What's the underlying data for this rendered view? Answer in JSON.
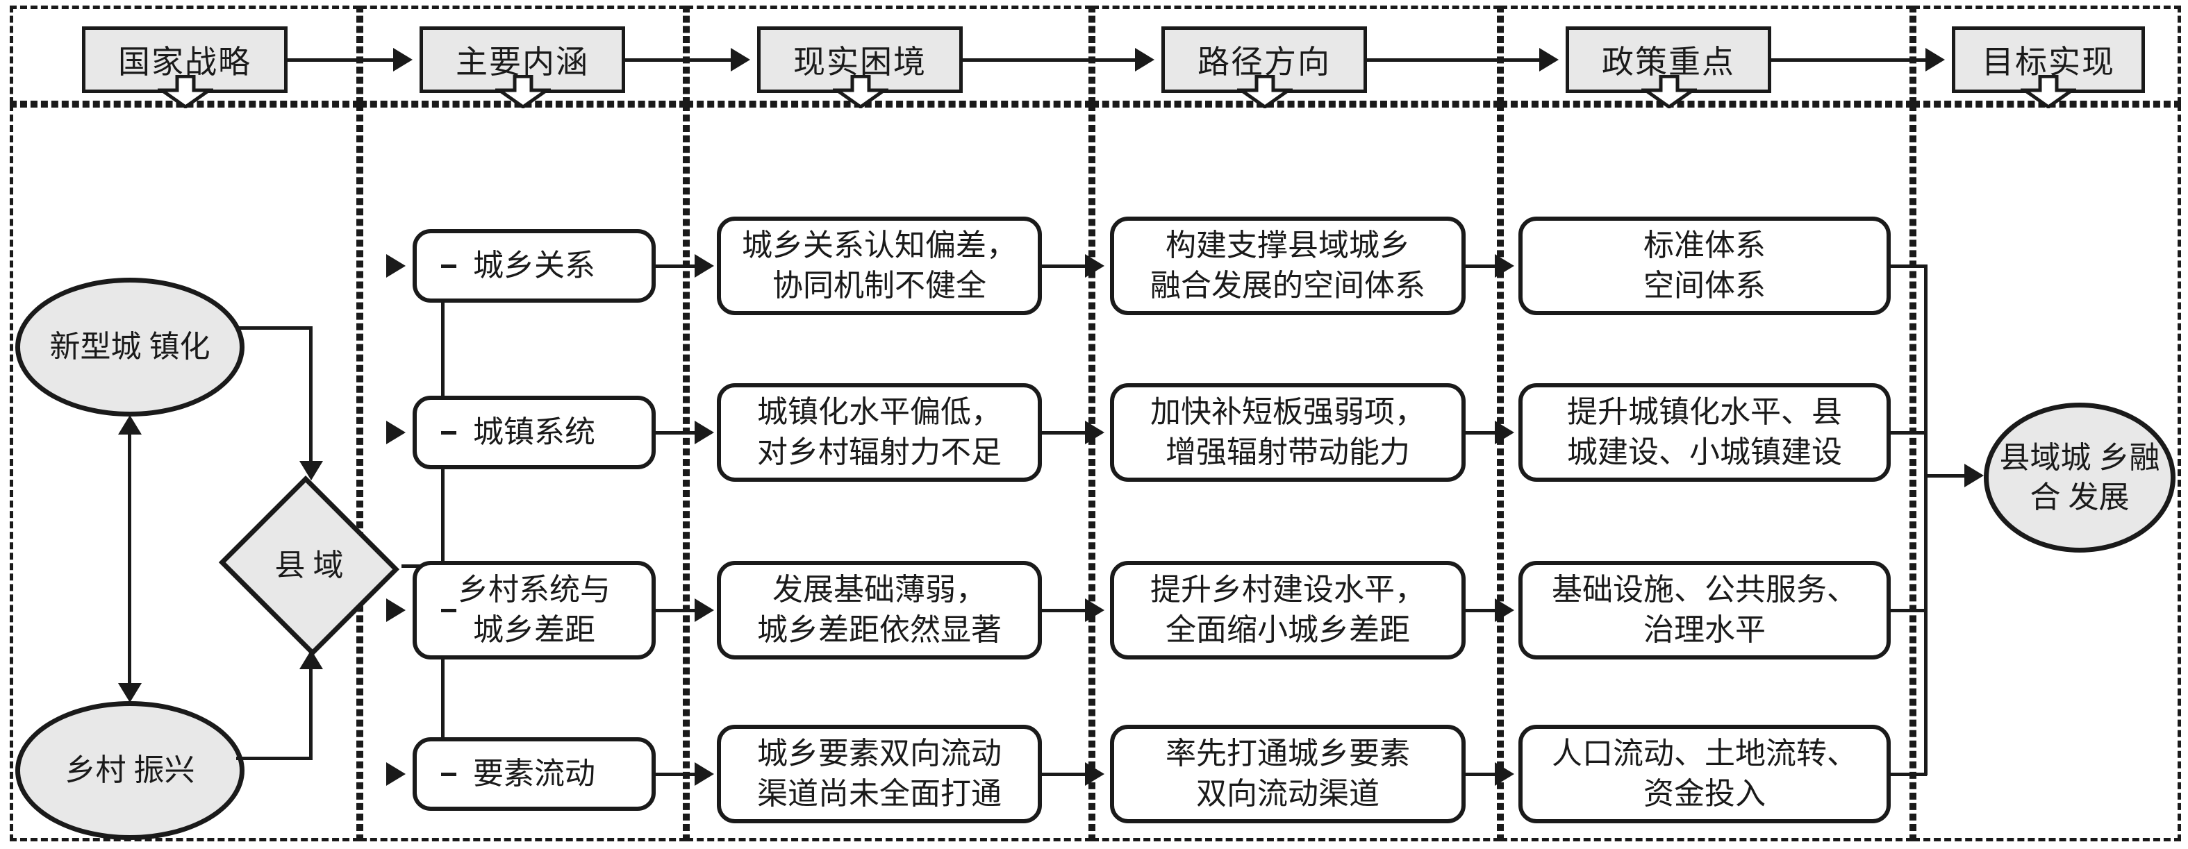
{
  "diagram": {
    "title": "县域城乡融合发展分析框架",
    "header": {
      "steps": [
        {
          "id": "national-strategy",
          "label": "国家战略"
        },
        {
          "id": "main-connotation",
          "label": "主要内涵"
        },
        {
          "id": "real-dilemma",
          "label": "现实困境"
        },
        {
          "id": "path-direction",
          "label": "路径方向"
        },
        {
          "id": "policy-focus",
          "label": "政策重点"
        },
        {
          "id": "goal-realization",
          "label": "目标实现"
        }
      ]
    },
    "strategy_column": {
      "top_ellipse": {
        "line1": "新型城",
        "line2": "镇化"
      },
      "diamond": {
        "line1": "县",
        "line2": "域"
      },
      "bottom_ellipse": {
        "line1": "乡村",
        "line2": "振兴"
      }
    },
    "rows": [
      {
        "connotation": {
          "line1": "城乡关系"
        },
        "dilemma": {
          "line1": "城乡关系认知偏差，",
          "line2": "协同机制不健全"
        },
        "path": {
          "line1": "构建支撑县域城乡",
          "line2": "融合发展的空间体系"
        },
        "policy": {
          "line1": "标准体系",
          "line2": "空间体系"
        }
      },
      {
        "connotation": {
          "line1": "城镇系统"
        },
        "dilemma": {
          "line1": "城镇化水平偏低，",
          "line2": "对乡村辐射力不足"
        },
        "path": {
          "line1": "加快补短板强弱项，",
          "line2": "增强辐射带动能力"
        },
        "policy": {
          "line1": "提升城镇化水平、县",
          "line2": "城建设、小城镇建设"
        }
      },
      {
        "connotation": {
          "line1": "乡村系统与",
          "line2": "城乡差距"
        },
        "dilemma": {
          "line1": "发展基础薄弱，",
          "line2": "城乡差距依然显著"
        },
        "path": {
          "line1": "提升乡村建设水平，",
          "line2": "全面缩小城乡差距"
        },
        "policy": {
          "line1": "基础设施、公共服务、",
          "line2": "治理水平"
        }
      },
      {
        "connotation": {
          "line1": "要素流动"
        },
        "dilemma": {
          "line1": "城乡要素双向流动",
          "line2": "渠道尚未全面打通"
        },
        "path": {
          "line1": "率先打通城乡要素",
          "line2": "双向流动渠道"
        },
        "policy": {
          "line1": "人口流动、土地流转、",
          "line2": "资金投入"
        }
      }
    ],
    "goal_ellipse": {
      "line1": "县域城",
      "line2": "乡融合",
      "line3": "发展"
    },
    "colors": {
      "stroke": "#1a1a1a",
      "header_fill": "#e8e8e8",
      "ellipse_fill": "#e8e8e8",
      "box_fill": "#ffffff",
      "background": "#ffffff"
    }
  }
}
